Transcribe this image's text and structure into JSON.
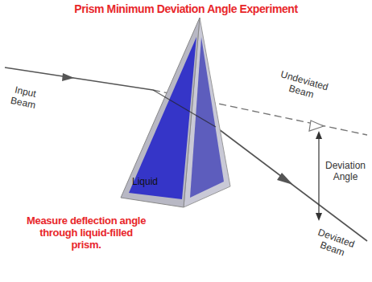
{
  "diagram": {
    "title": "Prism Minimum Deviation Angle Experiment",
    "caption": "Measure deflection angle through liquid-filled prism.",
    "nodes": [
      {
        "text": [
          "Liquid"
        ]
      }
    ],
    "labels": [
      "Input Beam",
      "Undeviated Beam",
      "Deviation Angle",
      "Deviated Beam"
    ]
  }
}
